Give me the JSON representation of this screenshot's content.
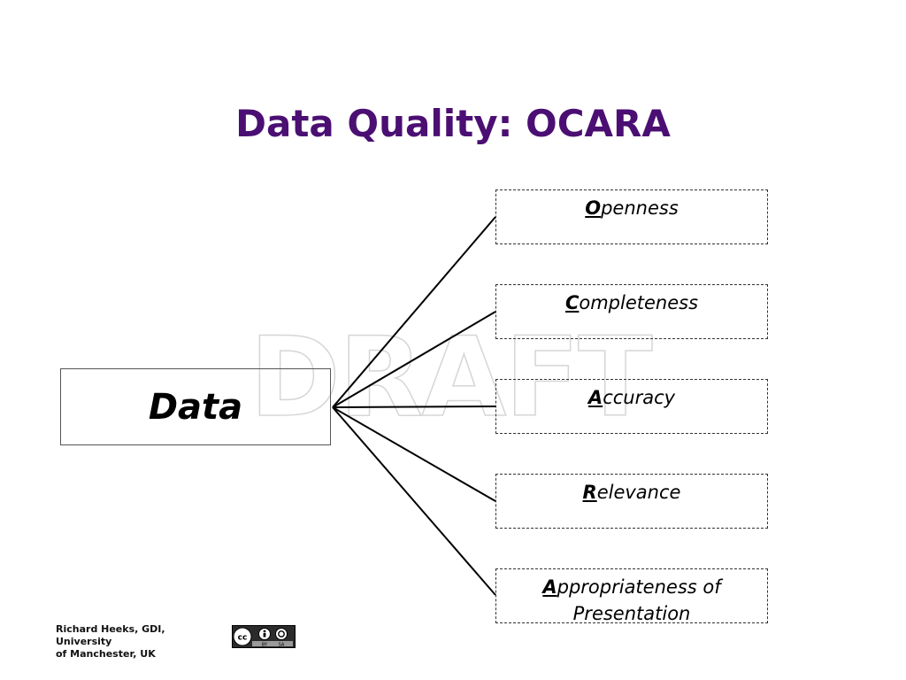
{
  "title": "Data Quality: OCARA",
  "watermark": "DRAFT",
  "source_node": {
    "label": "Data"
  },
  "qualities": [
    {
      "first": "O",
      "rest": "penness",
      "extra": ""
    },
    {
      "first": "C",
      "rest": "ompleteness",
      "extra": ""
    },
    {
      "first": "A",
      "rest": "ccuracy",
      "extra": ""
    },
    {
      "first": "R",
      "rest": "elevance",
      "extra": ""
    },
    {
      "first": "A",
      "rest": "ppropriateness of",
      "extra": "Presentation"
    }
  ],
  "footer": {
    "credit_line1": "Richard Heeks, GDI, University",
    "credit_line2": "of Manchester, UK",
    "license_badge": {
      "icon": "cc-by-sa-icon",
      "text_by": "BY",
      "text_sa": "SA"
    }
  },
  "colors": {
    "title": "#4b0f73",
    "watermark_outline": "#d6d6d6"
  }
}
